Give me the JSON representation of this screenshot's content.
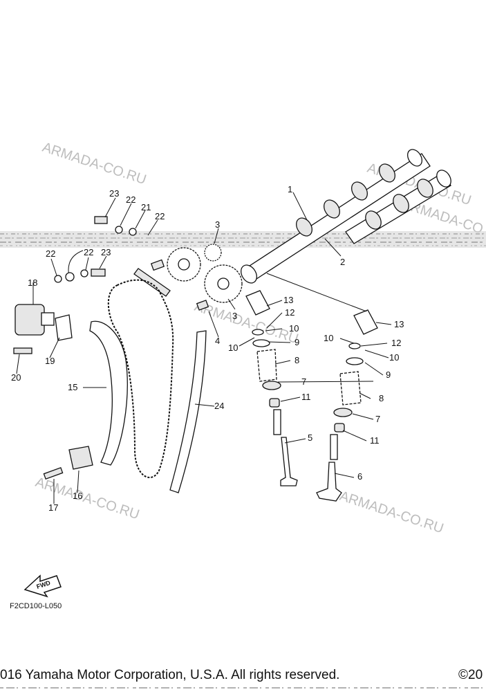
{
  "watermarks": [
    "ARMADA-CO.RU",
    "ARMADA-CO.RU",
    "ARMADA-CO.RU",
    "ARMADA-CO.RU",
    "ARMADA-CO.RU",
    "ARMADA-CO.RU"
  ],
  "part_numbers": {
    "p1": "1",
    "p2": "2",
    "p3a": "3",
    "p3b": "3",
    "p4": "4",
    "p5": "5",
    "p6": "6",
    "p7a": "7",
    "p7b": "7",
    "p8a": "8",
    "p8b": "8",
    "p9a": "9",
    "p9b": "9",
    "p10a": "10",
    "p10b": "10",
    "p10c": "10",
    "p10d": "10",
    "p11a": "11",
    "p11b": "11",
    "p12a": "12",
    "p12b": "12",
    "p13a": "13",
    "p13b": "13",
    "p15": "15",
    "p16": "16",
    "p17": "17",
    "p18": "18",
    "p19": "19",
    "p20": "20",
    "p21": "21",
    "p22a": "22",
    "p22b": "22",
    "p22c": "22",
    "p22d": "22",
    "p23a": "23",
    "p23b": "23",
    "p24": "24"
  },
  "fwd_label": "FWD",
  "diagram_code": "F2CD100-L050",
  "copyright_left": "016 Yamaha Motor Corporation, U.S.A. All rights reserved.",
  "copyright_right": "©20"
}
